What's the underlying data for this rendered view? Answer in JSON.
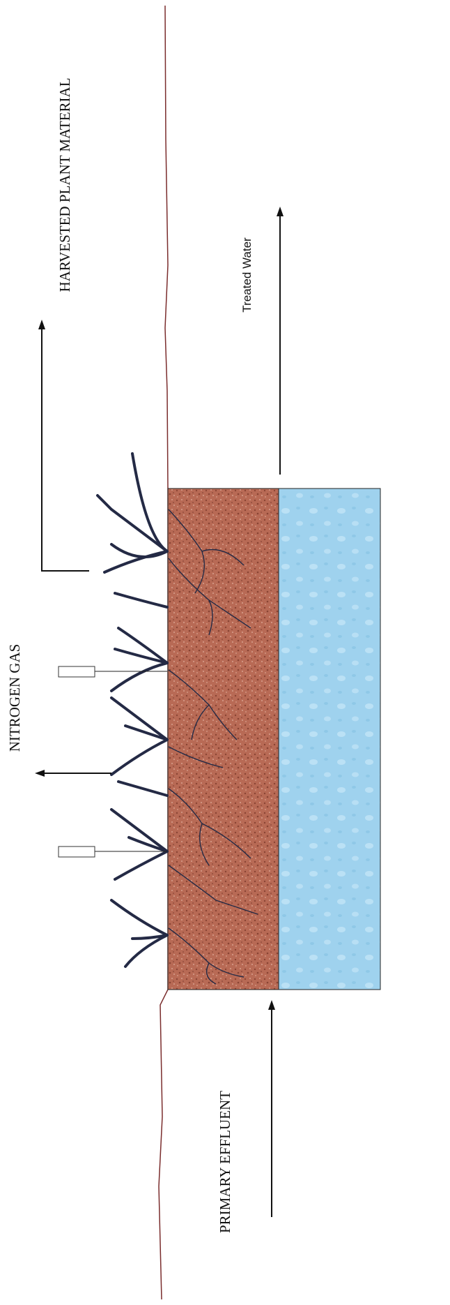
{
  "labels": {
    "harvested": "HARVESTED PLANT MATERIAL",
    "treated": "Treated Water",
    "nitrogen": "NITROGEN GAS",
    "effluent": "PRIMARY EFFLUENT"
  },
  "colors": {
    "soil": "#b86a55",
    "soil_speckle_dark": "#8a4434",
    "soil_speckle_light": "#d8a08e",
    "water": "#9fd2ee",
    "water_bubble": "#c8e8f8",
    "plants": "#242a45",
    "ground_line": "#7a2c2c",
    "arrows": "#111111"
  }
}
